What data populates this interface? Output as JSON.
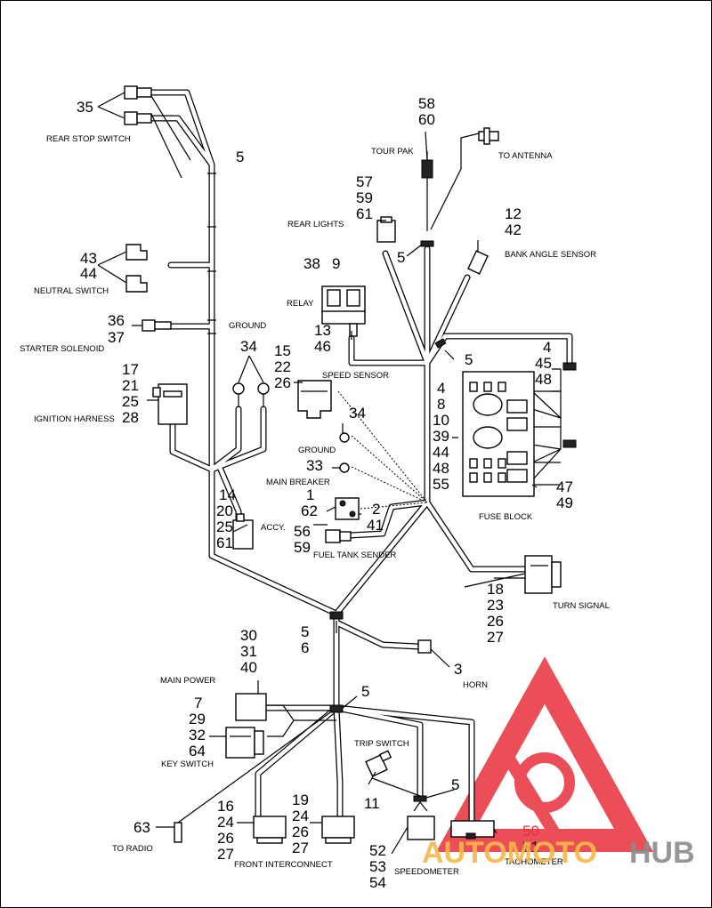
{
  "labels": {
    "rear_stop_switch": "REAR STOP SWITCH",
    "neutral_switch": "NEUTRAL SWITCH",
    "starter_solenoid": "STARTER SOLENOID",
    "ignition_harness": "IGNITION HARNESS",
    "ground_top": "GROUND",
    "accy": "ACCY.",
    "main_breaker": "MAIN BREAKER",
    "ground_mid": "GROUND",
    "speed_sensor": "SPEED SENSOR",
    "relay": "RELAY",
    "rear_lights": "REAR LIGHTS",
    "tour_pak": "TOUR PAK",
    "to_antenna": "TO ANTENNA",
    "bank_angle_sensor": "BANK ANGLE SENSOR",
    "fuse_block": "FUSE BLOCK",
    "fuel_tank_sender": "FUEL TANK SENDER",
    "turn_signal": "TURN SIGNAL",
    "horn": "HORN",
    "main_power": "MAIN POWER",
    "key_switch": "KEY SWITCH",
    "trip_switch": "TRIP SWITCH",
    "to_radio": "TO RADIO",
    "front_interconnect": "FRONT INTERCONNECT",
    "speedometer": "SPEEDOMETER",
    "tachometer": "TACHOMETER"
  },
  "callouts": {
    "c35": "35",
    "c5_top": "5",
    "c43": "43",
    "c44_neutral": "44",
    "c36": "36",
    "c37": "37",
    "c17": "17",
    "c21": "21",
    "c25_ign": "25",
    "c28": "28",
    "c34_top": "34",
    "c15": "15",
    "c22": "22",
    "c26_speed": "26",
    "c38": "38",
    "c9": "9",
    "c13": "13",
    "c46": "46",
    "c57": "57",
    "c59_rear": "59",
    "c61_rear": "61",
    "c58": "58",
    "c60": "60",
    "c5_mid": "5",
    "c12": "12",
    "c42": "42",
    "c5_right": "5",
    "c4_fb": "4",
    "c45": "45",
    "c48_fb": "48",
    "c4_list": "4",
    "c8": "8",
    "c10": "10",
    "c39": "39",
    "c44_list": "44",
    "c48_list": "48",
    "c55": "55",
    "c34_mid": "34",
    "c33": "33",
    "c47": "47",
    "c49": "49",
    "c14": "14",
    "c20": "20",
    "c25_accy": "25",
    "c61_accy": "61",
    "c1": "1",
    "c62": "62",
    "c2": "2",
    "c41": "41",
    "c56": "56",
    "c59_fuel": "59",
    "c18": "18",
    "c23": "23",
    "c26_turn": "26",
    "c27_turn": "27",
    "c5_center": "5",
    "c6": "6",
    "c3": "3",
    "c30": "30",
    "c31": "31",
    "c40": "40",
    "c5_lower": "5",
    "c7": "7",
    "c29": "29",
    "c32": "32",
    "c64": "64",
    "c11": "11",
    "c5_trip": "5",
    "c63": "63",
    "c16": "16",
    "c24_a": "24",
    "c26_a": "26",
    "c27_a": "27",
    "c19": "19",
    "c24_b": "24",
    "c26_b": "26",
    "c27_b": "27",
    "c52": "52",
    "c53": "53",
    "c54": "54",
    "c50": "50",
    "c51": "51"
  },
  "watermark": {
    "prefix": "AUTOMOTO",
    "suffix": "HUB",
    "prefix_color": "#f5b94a",
    "suffix_color": "#8c8c8c",
    "logo_color": "#e8303a"
  },
  "colors": {
    "line": "#000000",
    "background": "#ffffff"
  }
}
